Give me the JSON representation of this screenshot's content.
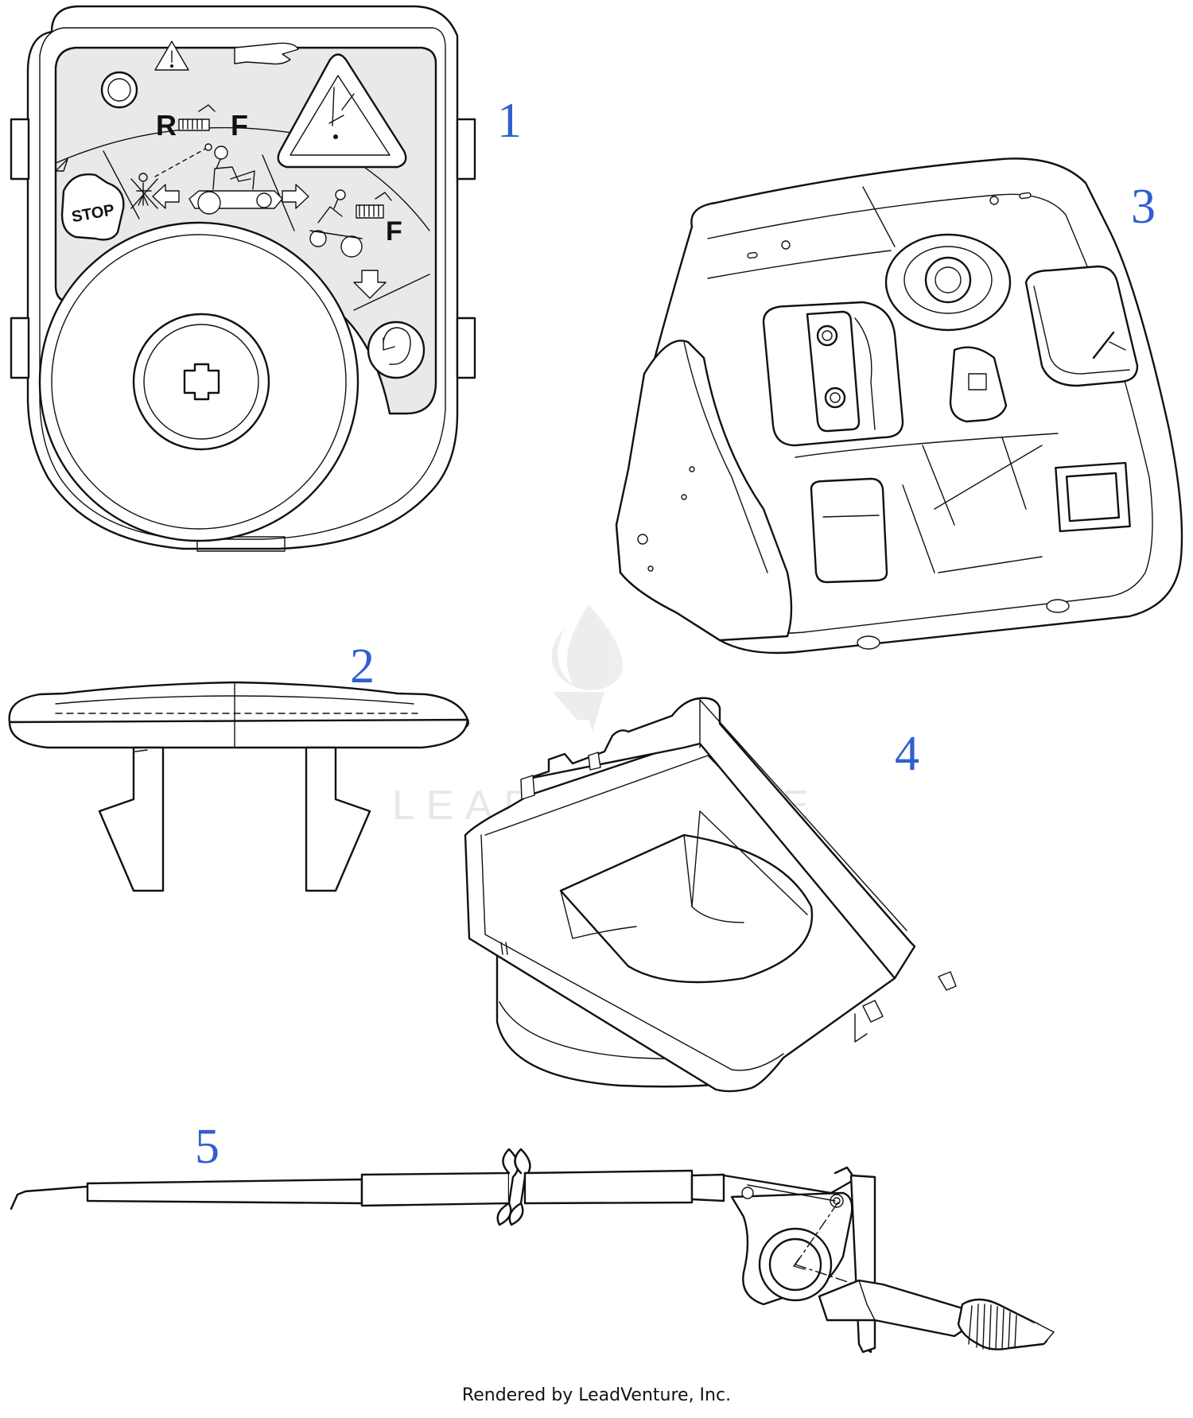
{
  "callouts": {
    "part_1": "1",
    "part_2": "2",
    "part_3": "3",
    "part_4": "4",
    "part_5": "5"
  },
  "decal": {
    "reverse_letter": "R",
    "forward_letter": "F",
    "forward_letter_lower": "F",
    "stop_label": "STOP"
  },
  "watermark": {
    "text": "LEADVENTURE"
  },
  "footer": {
    "credit": "Rendered by LeadVenture, Inc."
  },
  "colors": {
    "callout": "#2f5fd0",
    "line": "#111111",
    "watermark": "#e6e6e6"
  },
  "icons": [
    "warning-icon",
    "hand-icon",
    "rotate-icon",
    "rider-icon",
    "key-slot-icon"
  ]
}
